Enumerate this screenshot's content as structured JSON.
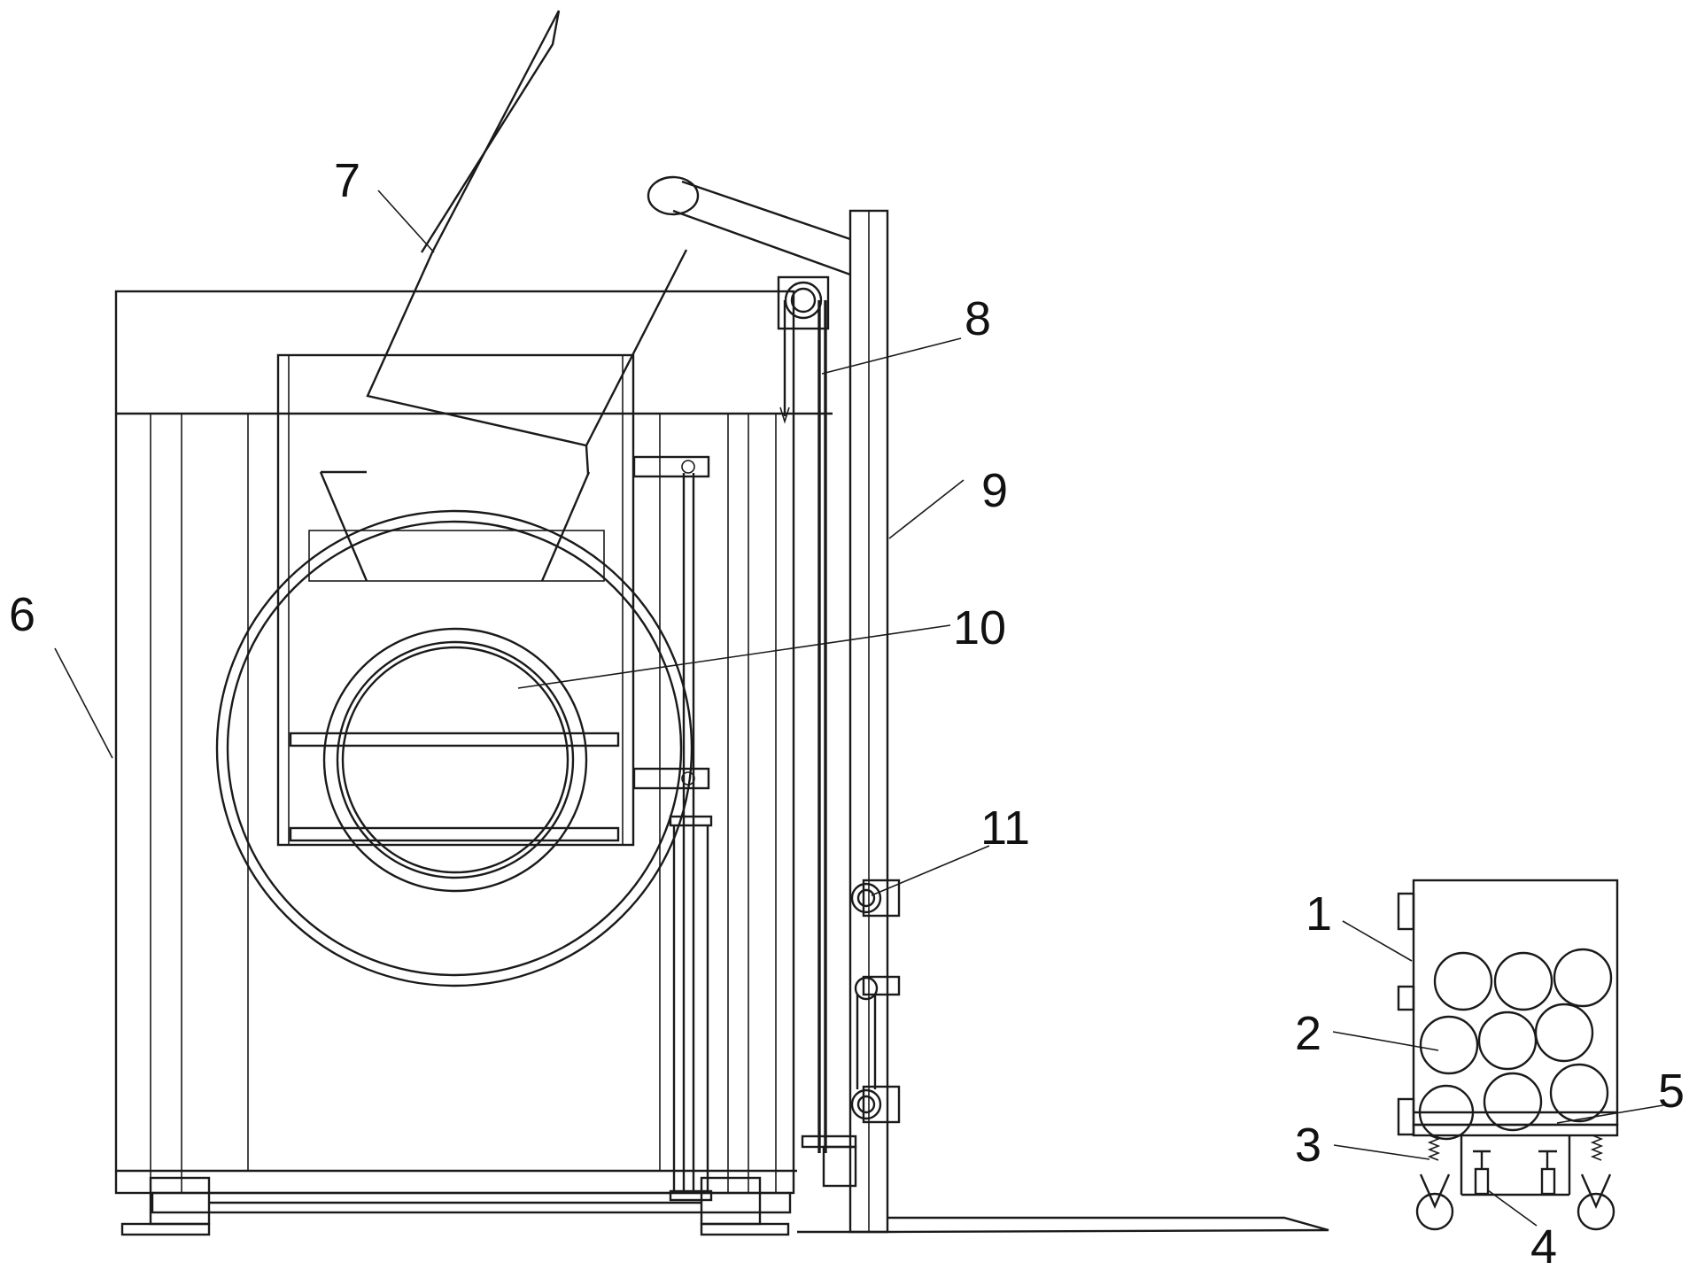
{
  "labels": {
    "l1": "1",
    "l2": "2",
    "l3": "3",
    "l4": "4",
    "l5": "5",
    "l6": "6",
    "l7": "7",
    "l8": "8",
    "l9": "9",
    "l10": "10",
    "l11": "11"
  },
  "colors": {
    "line": "#1a1a1a",
    "background": "#ffffff"
  }
}
